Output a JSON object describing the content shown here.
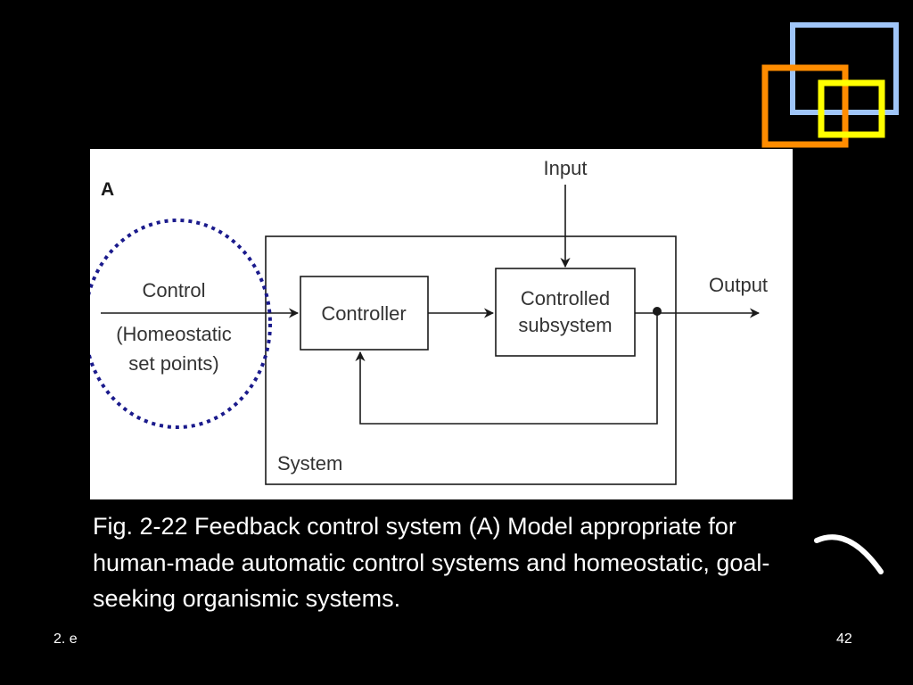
{
  "slide": {
    "background_color": "#000000",
    "decoration": {
      "squares": [
        {
          "name": "blue-square",
          "color": "#9fc5f8"
        },
        {
          "name": "orange-square",
          "color": "#ff8c00"
        },
        {
          "name": "yellow-square",
          "color": "#ffff00"
        }
      ],
      "arc_color": "#ffffff"
    },
    "footer": {
      "left_text": "2. e",
      "page_number": "42"
    }
  },
  "figure": {
    "panel_label": "A",
    "nodes": {
      "input": "Input",
      "output": "Output",
      "control_line1": "Control",
      "control_line2": "(Homeostatic",
      "control_line3": "set points)",
      "controller": "Controller",
      "controlled_line1": "Controlled",
      "controlled_line2": "subsystem",
      "system": "System"
    },
    "edges": [
      {
        "from": "control",
        "to": "controller"
      },
      {
        "from": "controller",
        "to": "controlled_subsystem"
      },
      {
        "from": "input",
        "to": "controlled_subsystem"
      },
      {
        "from": "controlled_subsystem",
        "to": "output"
      },
      {
        "from": "controlled_subsystem",
        "to": "controller",
        "type": "feedback"
      }
    ],
    "highlight_color": "#1a1a8c"
  },
  "caption": {
    "text": "Fig. 2-22 Feedback control system (A) Model appropriate for human-made automatic control systems and homeostatic, goal-seeking organismic systems."
  }
}
